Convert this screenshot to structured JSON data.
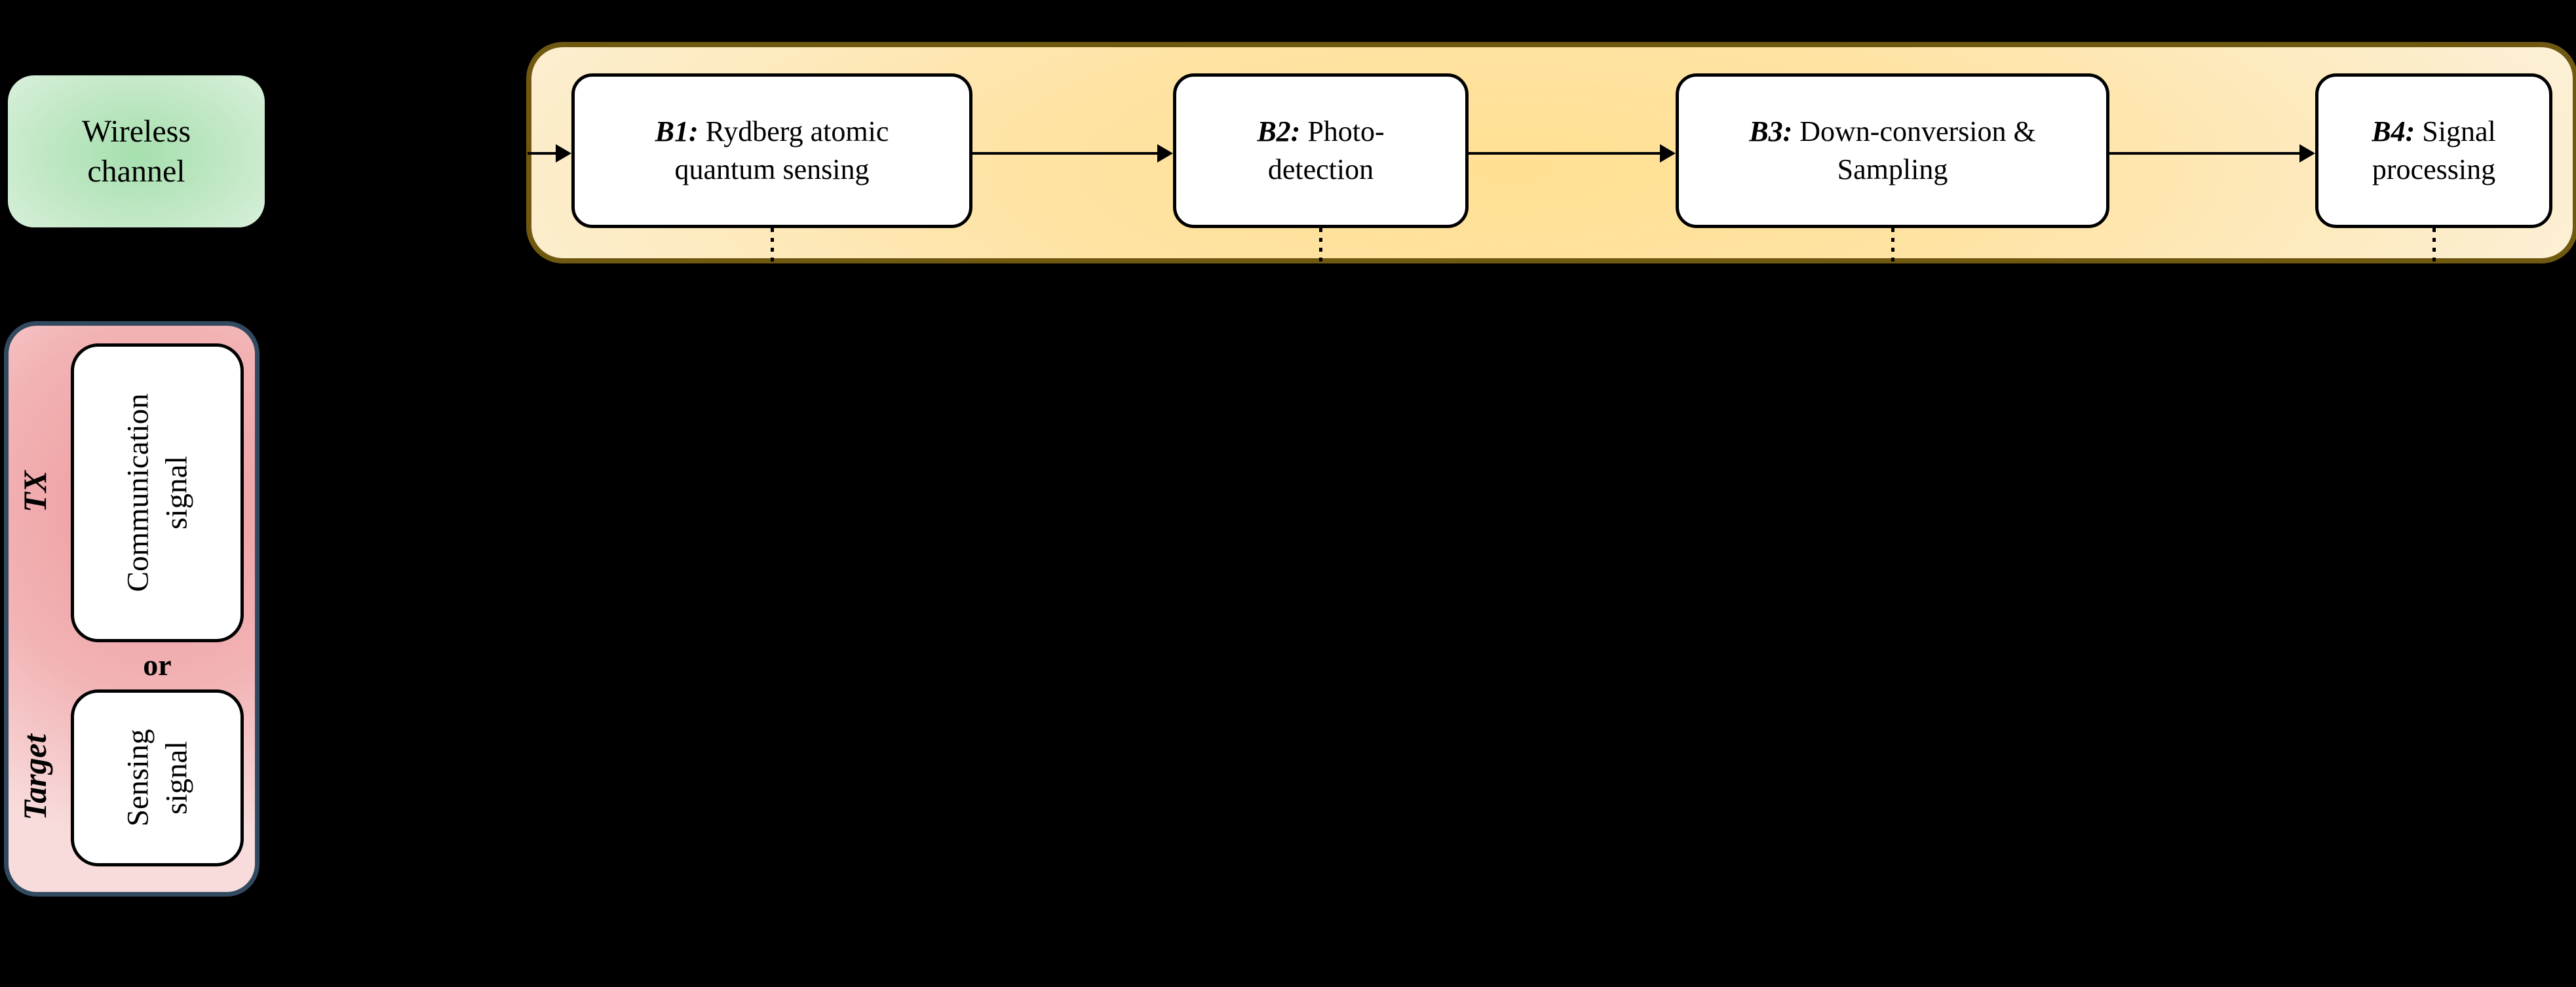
{
  "figure": {
    "wireless_channel": {
      "line1": "Wireless",
      "line2": "channel"
    },
    "receiver": {
      "blocks": [
        {
          "prefix": "B1:",
          "line1": "Rydberg atomic",
          "line2": "quantum sensing"
        },
        {
          "prefix": "B2:",
          "line1": "Photo-",
          "line2": "detection"
        },
        {
          "prefix": "B3:",
          "line1": "Down-conversion &",
          "line2": "Sampling"
        },
        {
          "prefix": "B4:",
          "line1": "Signal",
          "line2": "processing"
        }
      ]
    },
    "transmitter": {
      "tx_label": "TX",
      "or_label": "or",
      "target_label": "Target",
      "communication_signal": {
        "line1": "Communication",
        "line2": "signal"
      },
      "sensing_signal": {
        "line1": "Sensing",
        "line2": "signal"
      }
    },
    "colors": {
      "background": "#000000",
      "wireless_fill_center": "#a6dfae",
      "wireless_fill_edge": "#dbf1dd",
      "banner_fill_center": "#ffe092",
      "banner_fill_edge": "#fcf0d6",
      "banner_border": "#6f5810",
      "tx_panel_fill_center": "#ee999d",
      "tx_panel_fill_edge": "#f8dcdc",
      "tx_panel_border": "#324a60",
      "block_fill": "#ffffff",
      "block_border": "#000000",
      "connector_color": "#000000"
    }
  }
}
